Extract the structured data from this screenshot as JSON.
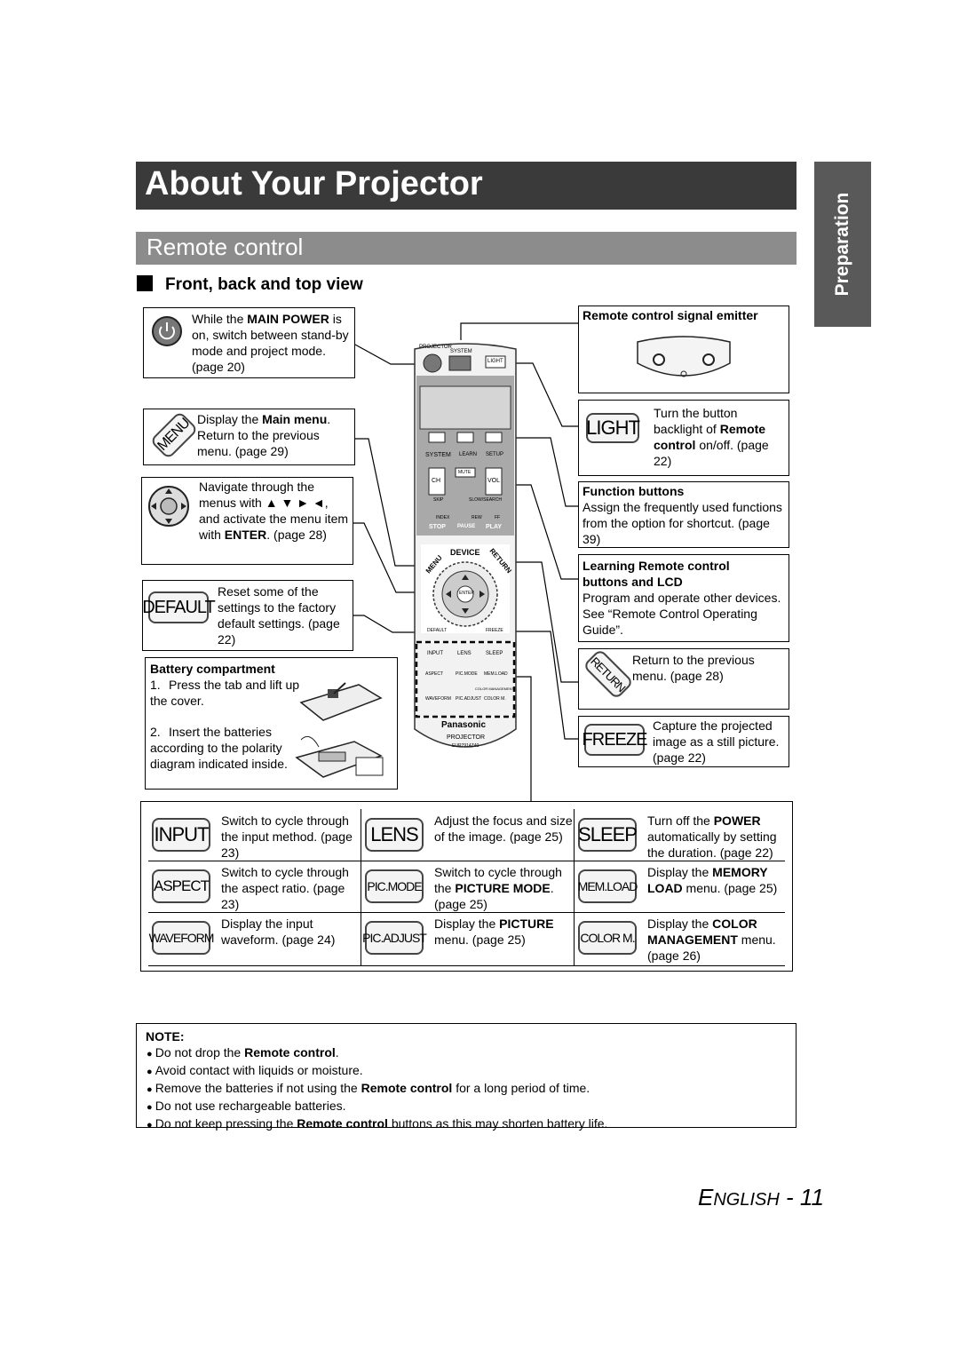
{
  "page": {
    "title": "About Your Projector",
    "subtitle": "Remote control",
    "side_tab": "Preparation",
    "section": "Front, back and top view",
    "footer": "English - 11",
    "footer_language": "English",
    "footer_page": "11"
  },
  "callouts": {
    "main_power": {
      "pre": "While the ",
      "bold": "MAIN POWER",
      "post": " is on, switch between stand-by mode and project mode. (page 20)"
    },
    "menu": {
      "key": "MENU",
      "pre": "Display the ",
      "bold": "Main menu",
      "post": ". Return to the previous menu. (page 29)"
    },
    "navigate": {
      "text1": "Navigate through the menus with ▲ ▼ ► ◄, and activate the menu item with ",
      "bold": "ENTER",
      "text2": ". (page 28)",
      "key": "ENTER"
    },
    "default": {
      "key": "DEFAULT",
      "text": "Reset some of the settings to the factory default settings. (page 22)"
    },
    "battery": {
      "title": "Battery compartment",
      "steps": [
        "Press the tab and lift up the cover.",
        "Insert the batteries according to the polarity diagram indicated inside."
      ]
    },
    "emitter": {
      "title": "Remote control signal emitter"
    },
    "light": {
      "key": "LIGHT",
      "pre": "Turn the button backlight of ",
      "bold": "Remote control",
      "post": " on/off. (page 22)"
    },
    "function": {
      "title": "Function buttons",
      "text": "Assign the frequently used functions from the option for shortcut. (page 39)"
    },
    "learning": {
      "title": "Learning Remote control buttons and LCD",
      "text": "Program and operate other devices. See “Remote Control Operating Guide”."
    },
    "return": {
      "key": "RETURN",
      "text": "Return to the previous menu. (page 28)"
    },
    "freeze": {
      "key": "FREEZE",
      "text": "Capture the projected image as a still picture. (page 22)"
    }
  },
  "remote": {
    "projector": "PROJECTOR",
    "system": "SYSTEM",
    "light": "LIGHT",
    "system_row": [
      "SYSTEM",
      "LEARN",
      "SETUP"
    ],
    "ch": "CH",
    "mute": "MUTE",
    "vol": "VOL",
    "skip": "SKIP",
    "slowsearch": "SLOW/SEARCH",
    "index": "INDEX",
    "rew": "REW",
    "ff": "FF",
    "transport": [
      "STOP",
      "PAUSE",
      "PLAY"
    ],
    "device": "DEVICE",
    "menu": "MENU",
    "return": "RETURN",
    "enter": "ENTER",
    "default": "DEFAULT",
    "freeze": "FREEZE",
    "row1": [
      "INPUT",
      "LENS",
      "SLEEP"
    ],
    "row2": [
      "ASPECT",
      "PIC.MODE",
      "MEM.LOAD"
    ],
    "color_management": "COLOR MANAGEMENT",
    "row3": [
      "WAVEFORM",
      "PIC.ADJUST",
      "COLOR M."
    ],
    "brand": "Panasonic",
    "model_label": "PROJECTOR",
    "model_no": "EUR7914Z40"
  },
  "grid": [
    [
      {
        "key": "INPUT",
        "text": [
          [
            "",
            "Switch to cycle through the input method. (page 23)"
          ]
        ]
      },
      {
        "key": "LENS",
        "text": [
          [
            "",
            "Adjust the focus and size of the image. (page 25)"
          ]
        ]
      },
      {
        "key": "SLEEP",
        "text": [
          [
            "",
            "Turn off the "
          ],
          [
            "b",
            "POWER"
          ],
          [
            "",
            " automatically by setting the duration. (page 22)"
          ]
        ]
      }
    ],
    [
      {
        "key": "ASPECT",
        "text": [
          [
            "",
            "Switch to cycle through the aspect ratio. (page 23)"
          ]
        ]
      },
      {
        "key": "PIC.MODE",
        "text": [
          [
            "",
            "Switch to cycle through the "
          ],
          [
            "b",
            "PICTURE MODE"
          ],
          [
            "",
            ". (page 25)"
          ]
        ]
      },
      {
        "key": "MEM.LOAD",
        "text": [
          [
            "",
            "Display the "
          ],
          [
            "b",
            "MEMORY LOAD"
          ],
          [
            "",
            " menu. (page 25)"
          ]
        ]
      }
    ],
    [
      {
        "key": "WAVEFORM",
        "text": [
          [
            "",
            "Display the input waveform. (page 24)"
          ]
        ]
      },
      {
        "key": "PIC.ADJUST",
        "text": [
          [
            "",
            "Display the "
          ],
          [
            "b",
            "PICTURE"
          ],
          [
            "",
            " menu. (page 25)"
          ]
        ]
      },
      {
        "key": "COLOR M.",
        "text": [
          [
            "",
            "Display the "
          ],
          [
            "b",
            "COLOR MANAGEMENT"
          ],
          [
            "",
            " menu. (page 26)"
          ]
        ]
      }
    ]
  ],
  "note": {
    "title": "NOTE:",
    "items": [
      [
        [
          "",
          "Do not drop the "
        ],
        [
          "b",
          "Remote control"
        ],
        [
          "",
          "."
        ]
      ],
      [
        [
          "",
          "Avoid contact with liquids or moisture."
        ]
      ],
      [
        [
          "",
          "Remove the batteries if not using the "
        ],
        [
          "b",
          "Remote control"
        ],
        [
          "",
          " for a long period of time."
        ]
      ],
      [
        [
          "",
          "Do not use rechargeable batteries."
        ]
      ],
      [
        [
          "",
          "Do not keep pressing the "
        ],
        [
          "b",
          "Remote control"
        ],
        [
          "",
          " buttons as this may shorten battery life."
        ]
      ]
    ]
  }
}
